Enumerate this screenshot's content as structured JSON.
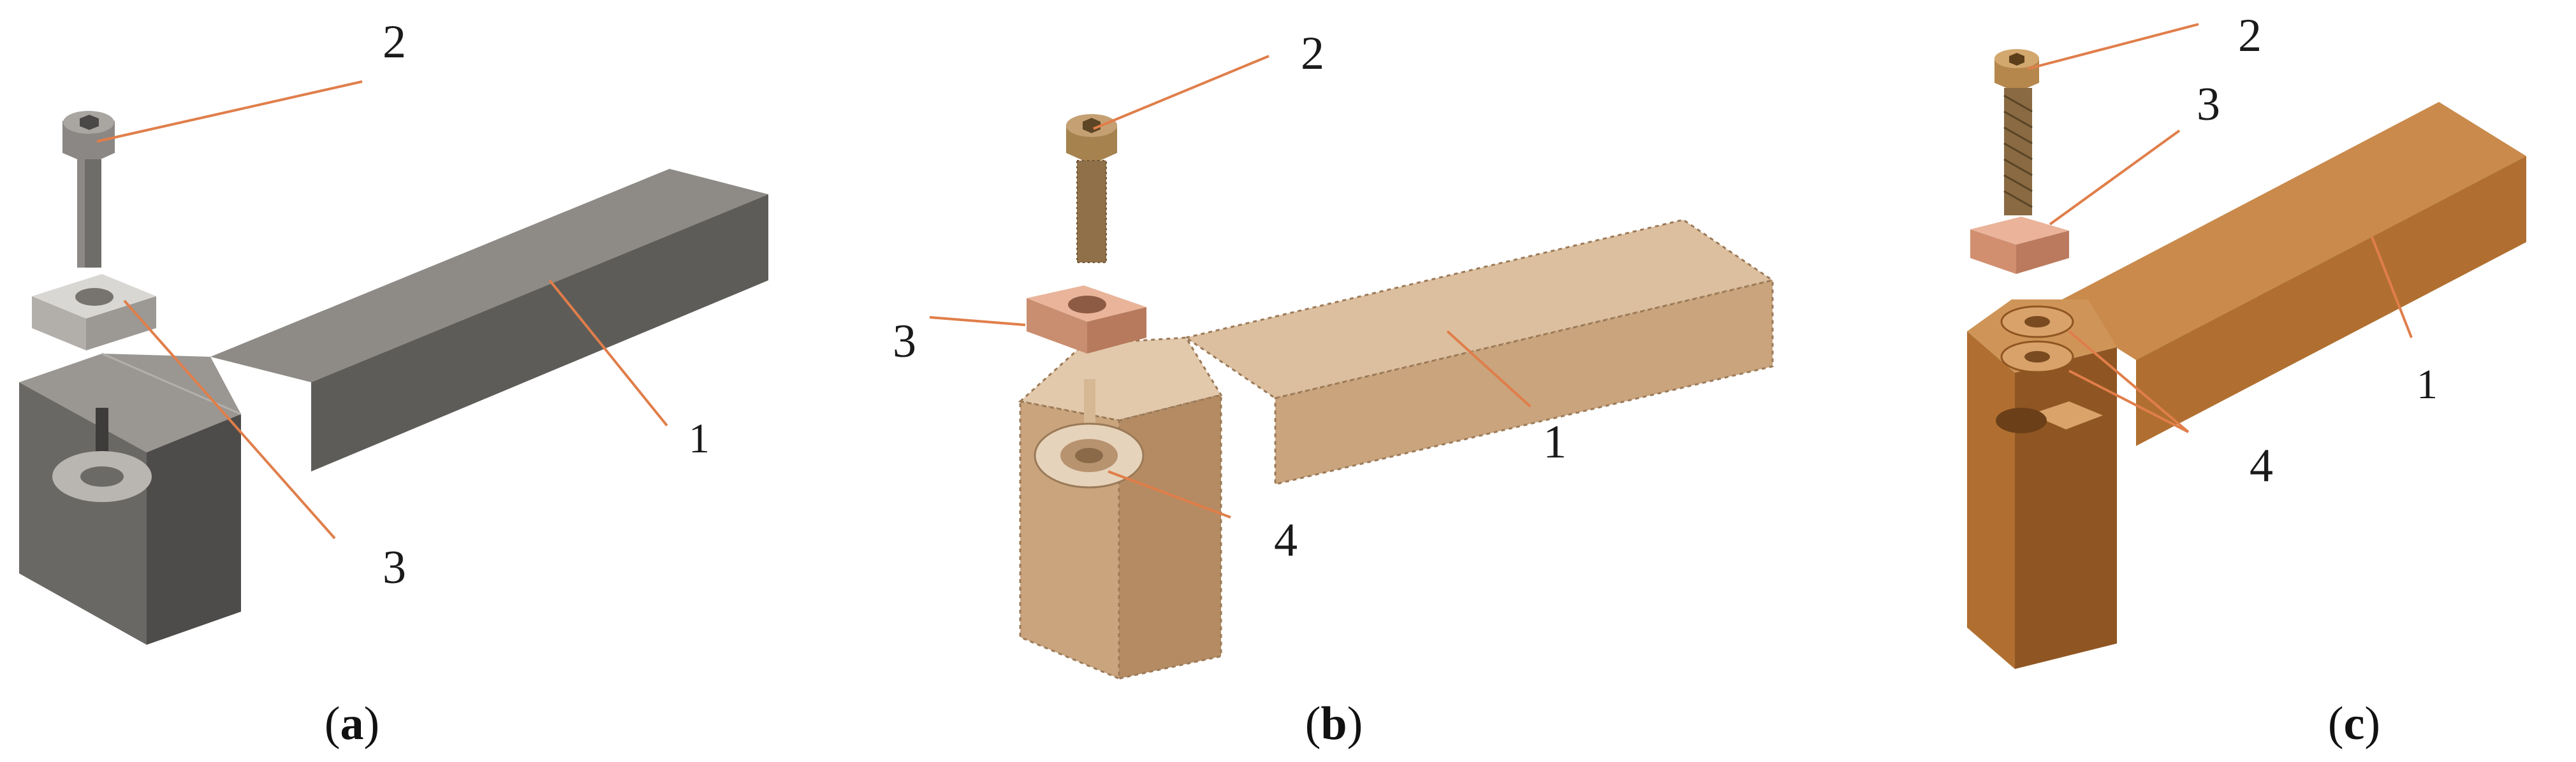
{
  "panels": [
    {
      "caption_open": "(",
      "caption_letter": "a",
      "caption_close": ")",
      "style": "gray",
      "labels": {
        "n1": "1",
        "n2": "2",
        "n3": "3"
      }
    },
    {
      "caption_open": "(",
      "caption_letter": "b",
      "caption_close": ")",
      "style": "tan",
      "labels": {
        "n1": "1",
        "n2": "2",
        "n3": "3",
        "n4": "4"
      }
    },
    {
      "caption_open": "(",
      "caption_letter": "c",
      "caption_close": ")",
      "style": "orange",
      "labels": {
        "n1": "1",
        "n2": "2",
        "n3": "3",
        "n4": "4"
      }
    }
  ],
  "colors": {
    "gray_top": "#8e8b87",
    "gray_front": "#5e5c59",
    "gray_side": "#4a4846",
    "tan_top": "#dcbf9e",
    "tan_front": "#c9a47d",
    "tan_side": "#b48b63",
    "orange_top": "#c98a4c",
    "orange_front": "#b06f30",
    "orange_side": "#8f5522",
    "insert_copper": "#e0a98a",
    "screw_bronze": "#a6824f",
    "leader": "#e07e4a"
  }
}
